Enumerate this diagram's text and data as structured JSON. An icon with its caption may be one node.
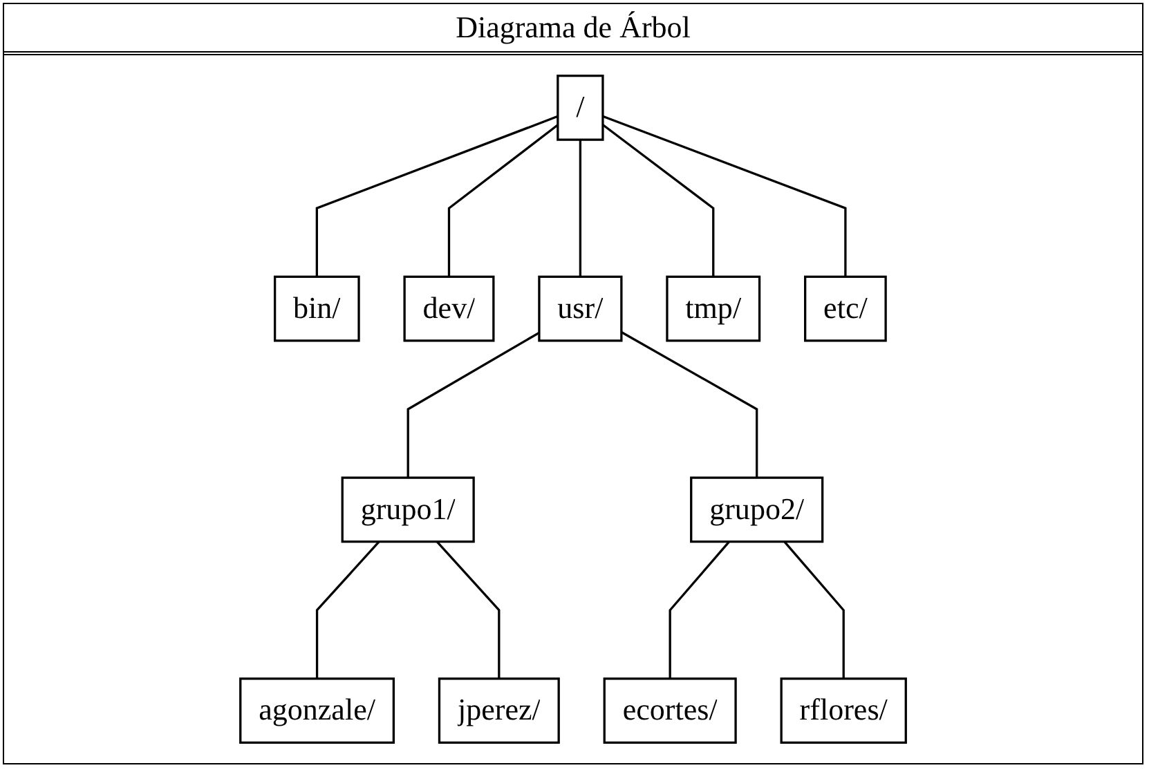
{
  "diagram": {
    "title": "Diagrama de Árbol",
    "nodes": [
      {
        "text": [
          "/"
        ]
      },
      {
        "text": [
          "bin/"
        ]
      },
      {
        "text": [
          "dev/"
        ]
      },
      {
        "text": [
          "usr/"
        ]
      },
      {
        "text": [
          "tmp/"
        ]
      },
      {
        "text": [
          "etc/"
        ]
      },
      {
        "text": [
          "grupo1/"
        ]
      },
      {
        "text": [
          "grupo2/"
        ]
      },
      {
        "text": [
          "agonzale/"
        ]
      },
      {
        "text": [
          "jperez/"
        ]
      },
      {
        "text": [
          "ecortes/"
        ]
      },
      {
        "text": [
          "rflores/"
        ]
      }
    ],
    "edges": [
      {
        "from": 0,
        "to": 1,
        "arrow": "none"
      },
      {
        "from": 0,
        "to": 2,
        "arrow": "none"
      },
      {
        "from": 0,
        "to": 3,
        "arrow": "none"
      },
      {
        "from": 0,
        "to": 4,
        "arrow": "none"
      },
      {
        "from": 0,
        "to": 5,
        "arrow": "none"
      },
      {
        "from": 3,
        "to": 6,
        "arrow": "none"
      },
      {
        "from": 3,
        "to": 7,
        "arrow": "none"
      },
      {
        "from": 6,
        "to": 8,
        "arrow": "none"
      },
      {
        "from": 6,
        "to": 9,
        "arrow": "none"
      },
      {
        "from": 7,
        "to": 10,
        "arrow": "none"
      },
      {
        "from": 7,
        "to": 11,
        "arrow": "none"
      }
    ]
  }
}
